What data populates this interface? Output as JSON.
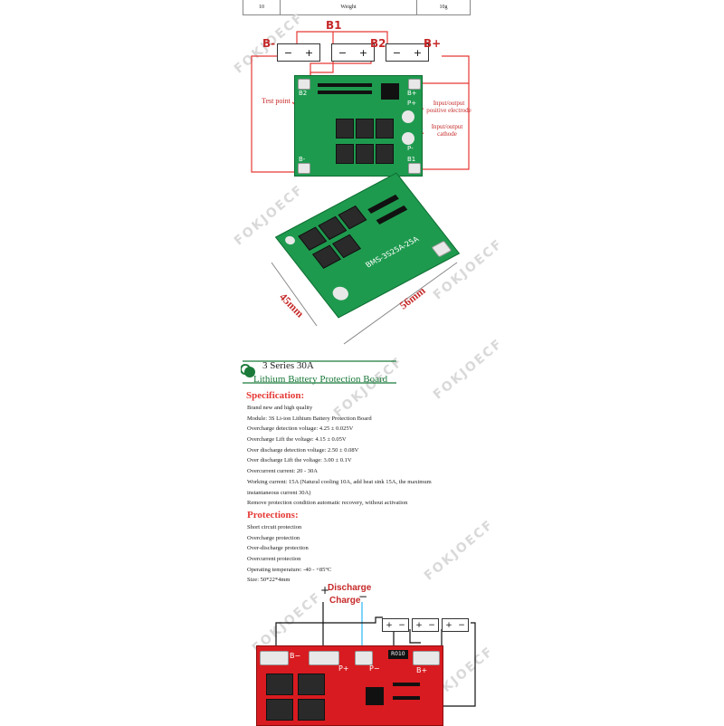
{
  "table_row": {
    "no": "10",
    "item": "Weight",
    "value": "10g"
  },
  "watermark": "FOKJOECF",
  "diagram1": {
    "wire_labels": {
      "b_minus": "B-",
      "b1": "B1",
      "b2": "B2",
      "b_plus": "B+"
    },
    "cell_minus": "−",
    "cell_plus": "+",
    "annotations": {
      "test_point": "Test point",
      "input_positive": "Input/output positive electrode",
      "input_cathode": "Input/output cathode"
    },
    "board_marks": {
      "b2": "B2",
      "b_plus": "B+",
      "p_plus": "P+",
      "p_minus": "P-",
      "b_minus": "B-",
      "b1": "B1"
    }
  },
  "board_photo": {
    "dim_width": "45mm",
    "dim_length": "56mm",
    "silk": "BMS-3S25A-25A"
  },
  "product": {
    "line1": "3 Series 30A",
    "line2": "Lithium Battery Protection Board"
  },
  "specification": {
    "heading": "Specification:",
    "lines": [
      "Brand new and high quality",
      "Module: 3S Li-ion Lithium Battery Protection Board",
      "Overcharge detection voltage: 4.25 ± 0.025V",
      "Overcharge Lift the voltage: 4.15 ± 0.05V",
      "Over discharge detection voltage: 2.50 ± 0.08V",
      "Over discharge Lift the voltage: 3.00 ± 0.1V",
      "Overcurrent current: 20 - 30A",
      "Working current: 15A (Natural cooling 10A, add heat sink 15A, the maximum",
      "instantaneous current 30A)",
      "Remove protection condition automatic recovery, without activation"
    ]
  },
  "protections": {
    "heading": "Protections:",
    "lines": [
      "Short circuit protection",
      "Overcharge protection",
      "Over-discharge protection",
      "Overcurrent protection",
      "Operating temperature: -40 - +85°C",
      "Size: 50*22*4mm"
    ]
  },
  "diagram2": {
    "plus": "+",
    "minus": "−",
    "discharge": "Discharge",
    "charge": "Charge",
    "marks": {
      "b_minus": "B−",
      "p_plus": "P+",
      "p_minus": "P−",
      "b_plus": "B+",
      "r010": "R010"
    }
  },
  "colors": {
    "accent_red": "#e53935",
    "green_pcb": "#1e9a4e",
    "red_pcb": "#d81b20",
    "title_green": "#1b7a3a"
  }
}
